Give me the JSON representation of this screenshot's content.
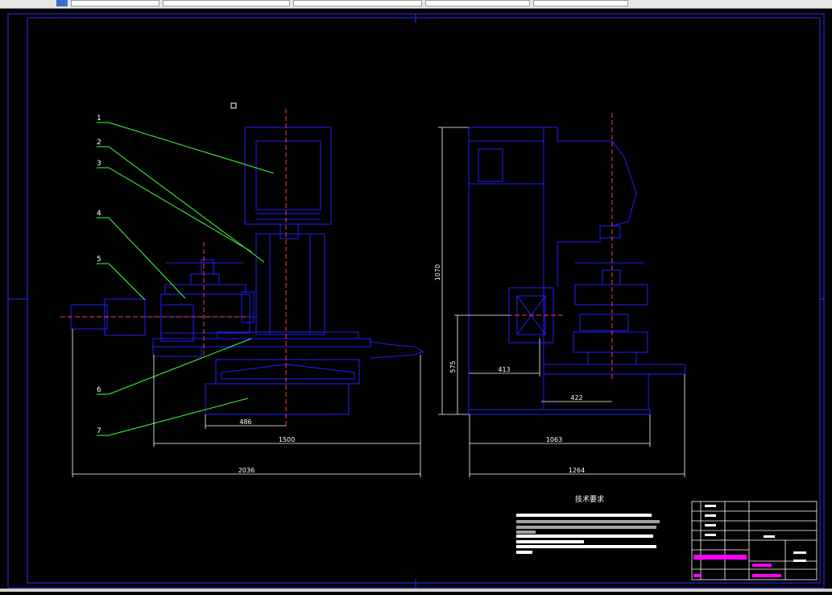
{
  "leaders": [
    {
      "label": "1"
    },
    {
      "label": "2"
    },
    {
      "label": "3"
    },
    {
      "label": "4"
    },
    {
      "label": "5"
    },
    {
      "label": "6"
    },
    {
      "label": "7"
    }
  ],
  "dimensions": {
    "d486": "486",
    "d1500": "1500",
    "d2036": "2036",
    "d413": "413",
    "d422": "422",
    "d1063": "1063",
    "d1264": "1264",
    "d575": "575",
    "d1070": "1070"
  },
  "notes_title": "技术要求",
  "colors": {
    "frame": "#3030ff",
    "drawing": "#2020ff",
    "leader": "#40ff40",
    "center": "#ff4040",
    "text": "#ffffff",
    "titleblock_magenta": "#ff00ff",
    "background": "#000000"
  }
}
